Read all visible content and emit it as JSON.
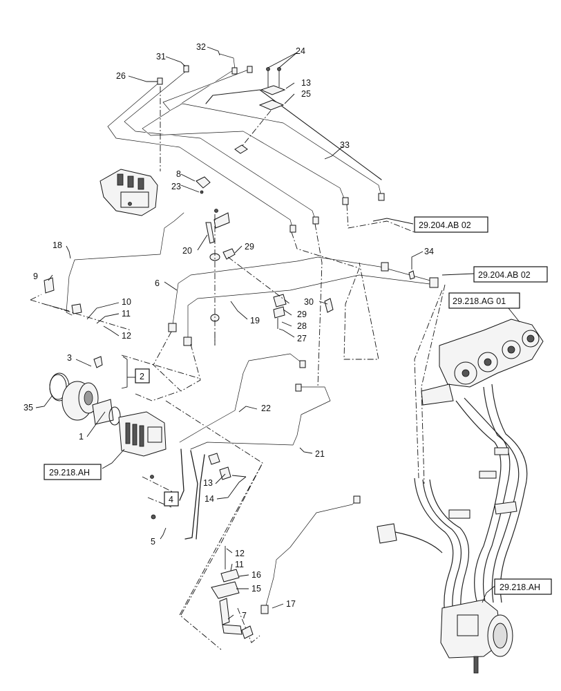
{
  "callouts": {
    "c1": "1",
    "c2": "2",
    "c3": "3",
    "c4": "4",
    "c5": "5",
    "c6": "6",
    "c7": "7",
    "c8": "8",
    "c9": "9",
    "c10": "10",
    "c11a": "11",
    "c11b": "11",
    "c12a": "12",
    "c12b": "12",
    "c13a": "13",
    "c13b": "13",
    "c14": "14",
    "c15": "15",
    "c16": "16",
    "c17": "17",
    "c18": "18",
    "c19": "19",
    "c20": "20",
    "c21": "21",
    "c22": "22",
    "c23": "23",
    "c24": "24",
    "c25": "25",
    "c26": "26",
    "c27": "27",
    "c28": "28",
    "c29a": "29",
    "c29b": "29",
    "c30": "30",
    "c31": "31",
    "c32": "32",
    "c33": "33",
    "c34": "34",
    "c35": "35"
  },
  "references": {
    "ab02_upper": "29.204.AB 02",
    "ab02_lower": "29.204.AB 02",
    "ag01": "29.218.AG 01",
    "ah_left": "29.218.AH",
    "ah_right": "29.218.AH"
  }
}
